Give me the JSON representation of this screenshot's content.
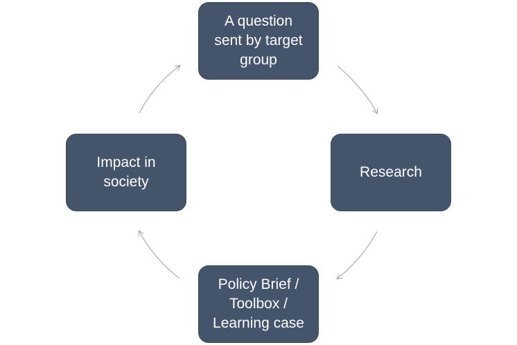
{
  "diagram": {
    "type": "cycle",
    "nodes": [
      {
        "id": "top",
        "label": "A question\nsent by target\ngroup"
      },
      {
        "id": "right",
        "label": "Research"
      },
      {
        "id": "bottom",
        "label": "Policy Brief /\nToolbox /\nLearning case"
      },
      {
        "id": "left",
        "label": "Impact in\nsociety"
      }
    ],
    "edges": [
      {
        "from": "top",
        "to": "right"
      },
      {
        "from": "right",
        "to": "bottom"
      },
      {
        "from": "bottom",
        "to": "left"
      },
      {
        "from": "left",
        "to": "top"
      }
    ],
    "colors": {
      "node_fill": "#44546a",
      "node_text": "#ffffff",
      "arrow": "#a6a6a6"
    }
  }
}
